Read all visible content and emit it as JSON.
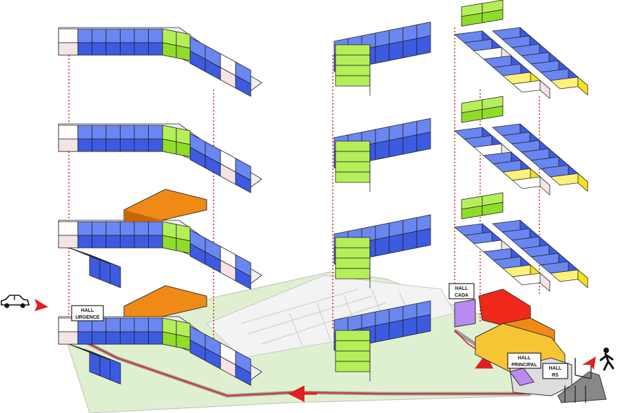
{
  "colors": {
    "room_blue": "#3c5be0",
    "room_blue_top": "#6a86f0",
    "room_green": "#8fdc2a",
    "room_yellow": "#f2e21a",
    "room_orange": "#f08a16",
    "room_red": "#f0281a",
    "room_purple": "#b98af0",
    "corridor_white": "#ffffff",
    "corridor_pink": "#f4e4e4",
    "ground_green": "#dff0d0",
    "path_red": "#e02020",
    "riser_red": "#d02020"
  },
  "labels": {
    "hall_urgence_line1": "HALL",
    "hall_urgence_line2": "URGENCE",
    "hall_cada_line1": "HALL",
    "hall_cada_line2": "CADA",
    "hall_principal_line1": "HALL",
    "hall_principal_line2": "PRINCIPAL",
    "hall_rs_line1": "HALL",
    "hall_rs_line2": "RS"
  },
  "icons": {
    "car": "car-icon",
    "pedestrian": "pedestrian-icon",
    "arrow": "red-arrow-icon"
  }
}
